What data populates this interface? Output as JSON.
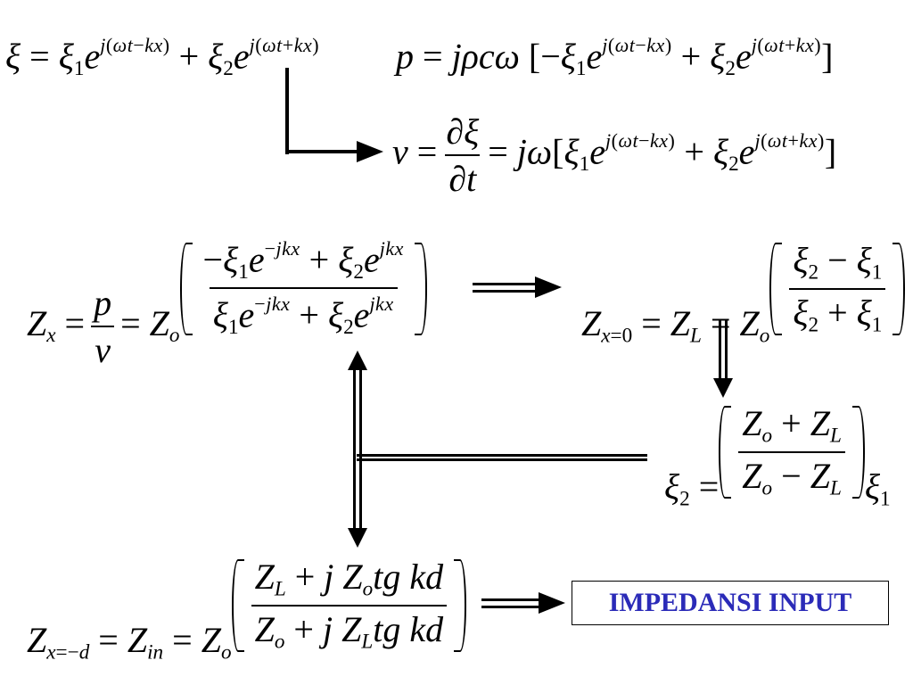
{
  "equations": {
    "displacement": "ξ = ξ₁e^{j(ωt−kx)} + ξ₂e^{j(ωt+kx)}",
    "pressure": "p = jρcω [−ξ₁e^{j(ωt−kx)} + ξ₂e^{j(ωt+kx)}]",
    "velocity": "v = ∂ξ/∂t = jω[ξ₁e^{j(ωt−kx)} + ξ₂e^{j(ωt+kx)}]",
    "impedance_x": "Zx = p/v = Zo((−ξ₁e^{−jkx} + ξ₂e^{jkx}) / (ξ₁e^{−jkx} + ξ₂e^{jkx}))",
    "load_impedance": "Zx=0 = ZL = Zo((ξ₂ − ξ₁)/(ξ₂ + ξ₁))",
    "xi2_relation": "ξ₂ = ((Zo + ZL)/(Zo − ZL)) ξ₁",
    "input_impedance": "Zx=−d = Zin = Zo((ZL + jZo tg kd)/(Zo + jZL tg kd))"
  },
  "result_label": "IMPEDANSI INPUT",
  "colors": {
    "result_text": "#2b2bb8",
    "lines": "#000000",
    "background": "#ffffff"
  }
}
